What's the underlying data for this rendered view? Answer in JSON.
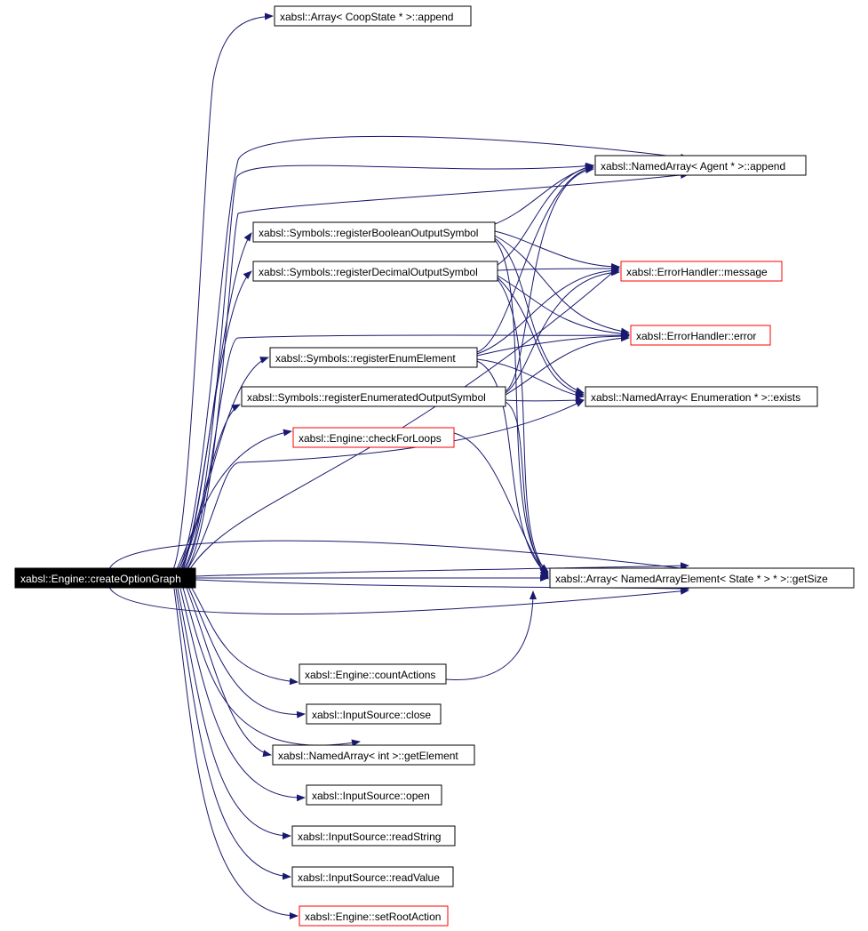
{
  "diagram": {
    "type": "call-graph",
    "colors": {
      "edge": "#191970",
      "root_fill": "#000000",
      "root_text": "#ffffff",
      "node_border": "#000000",
      "linked_node_border": "#ff0000"
    },
    "root": "xabsl::Engine::createOptionGraph",
    "nodes": [
      {
        "id": "n0",
        "label": "xabsl::Engine::createOptionGraph",
        "kind": "root"
      },
      {
        "id": "n1",
        "label": "xabsl::Array< CoopState * >::append",
        "kind": "plain"
      },
      {
        "id": "n2",
        "label": "xabsl::NamedArray< Agent * >::append",
        "kind": "plain"
      },
      {
        "id": "n3",
        "label": "xabsl::Symbols::registerBooleanOutputSymbol",
        "kind": "plain"
      },
      {
        "id": "n4",
        "label": "xabsl::Symbols::registerDecimalOutputSymbol",
        "kind": "plain"
      },
      {
        "id": "n5",
        "label": "xabsl::ErrorHandler::message",
        "kind": "linked"
      },
      {
        "id": "n6",
        "label": "xabsl::ErrorHandler::error",
        "kind": "linked"
      },
      {
        "id": "n7",
        "label": "xabsl::Symbols::registerEnumElement",
        "kind": "plain"
      },
      {
        "id": "n8",
        "label": "xabsl::Symbols::registerEnumeratedOutputSymbol",
        "kind": "plain"
      },
      {
        "id": "n9",
        "label": "xabsl::NamedArray< Enumeration * >::exists",
        "kind": "plain"
      },
      {
        "id": "n10",
        "label": "xabsl::Engine::checkForLoops",
        "kind": "linked"
      },
      {
        "id": "n11",
        "label": "xabsl::Array< NamedArrayElement< State * > * >::getSize",
        "kind": "plain"
      },
      {
        "id": "n12",
        "label": "xabsl::Engine::countActions",
        "kind": "plain"
      },
      {
        "id": "n13",
        "label": "xabsl::InputSource::close",
        "kind": "plain"
      },
      {
        "id": "n14",
        "label": "xabsl::NamedArray< int >::getElement",
        "kind": "plain"
      },
      {
        "id": "n15",
        "label": "xabsl::InputSource::open",
        "kind": "plain"
      },
      {
        "id": "n16",
        "label": "xabsl::InputSource::readString",
        "kind": "plain"
      },
      {
        "id": "n17",
        "label": "xabsl::InputSource::readValue",
        "kind": "plain"
      },
      {
        "id": "n18",
        "label": "xabsl::Engine::setRootAction",
        "kind": "linked"
      }
    ],
    "edges": [
      [
        "n0",
        "n1"
      ],
      [
        "n0",
        "n2"
      ],
      [
        "n0",
        "n3"
      ],
      [
        "n0",
        "n4"
      ],
      [
        "n0",
        "n5"
      ],
      [
        "n0",
        "n6"
      ],
      [
        "n0",
        "n7"
      ],
      [
        "n0",
        "n8"
      ],
      [
        "n0",
        "n9"
      ],
      [
        "n0",
        "n10"
      ],
      [
        "n0",
        "n11"
      ],
      [
        "n0",
        "n12"
      ],
      [
        "n0",
        "n13"
      ],
      [
        "n0",
        "n14"
      ],
      [
        "n0",
        "n15"
      ],
      [
        "n0",
        "n16"
      ],
      [
        "n0",
        "n17"
      ],
      [
        "n0",
        "n18"
      ],
      [
        "n3",
        "n2"
      ],
      [
        "n3",
        "n5"
      ],
      [
        "n3",
        "n6"
      ],
      [
        "n3",
        "n9"
      ],
      [
        "n3",
        "n11"
      ],
      [
        "n4",
        "n2"
      ],
      [
        "n4",
        "n5"
      ],
      [
        "n4",
        "n6"
      ],
      [
        "n4",
        "n9"
      ],
      [
        "n4",
        "n11"
      ],
      [
        "n7",
        "n2"
      ],
      [
        "n7",
        "n5"
      ],
      [
        "n7",
        "n6"
      ],
      [
        "n7",
        "n9"
      ],
      [
        "n7",
        "n11"
      ],
      [
        "n8",
        "n2"
      ],
      [
        "n8",
        "n5"
      ],
      [
        "n8",
        "n6"
      ],
      [
        "n8",
        "n9"
      ],
      [
        "n8",
        "n11"
      ],
      [
        "n10",
        "n11"
      ],
      [
        "n12",
        "n11"
      ]
    ]
  }
}
